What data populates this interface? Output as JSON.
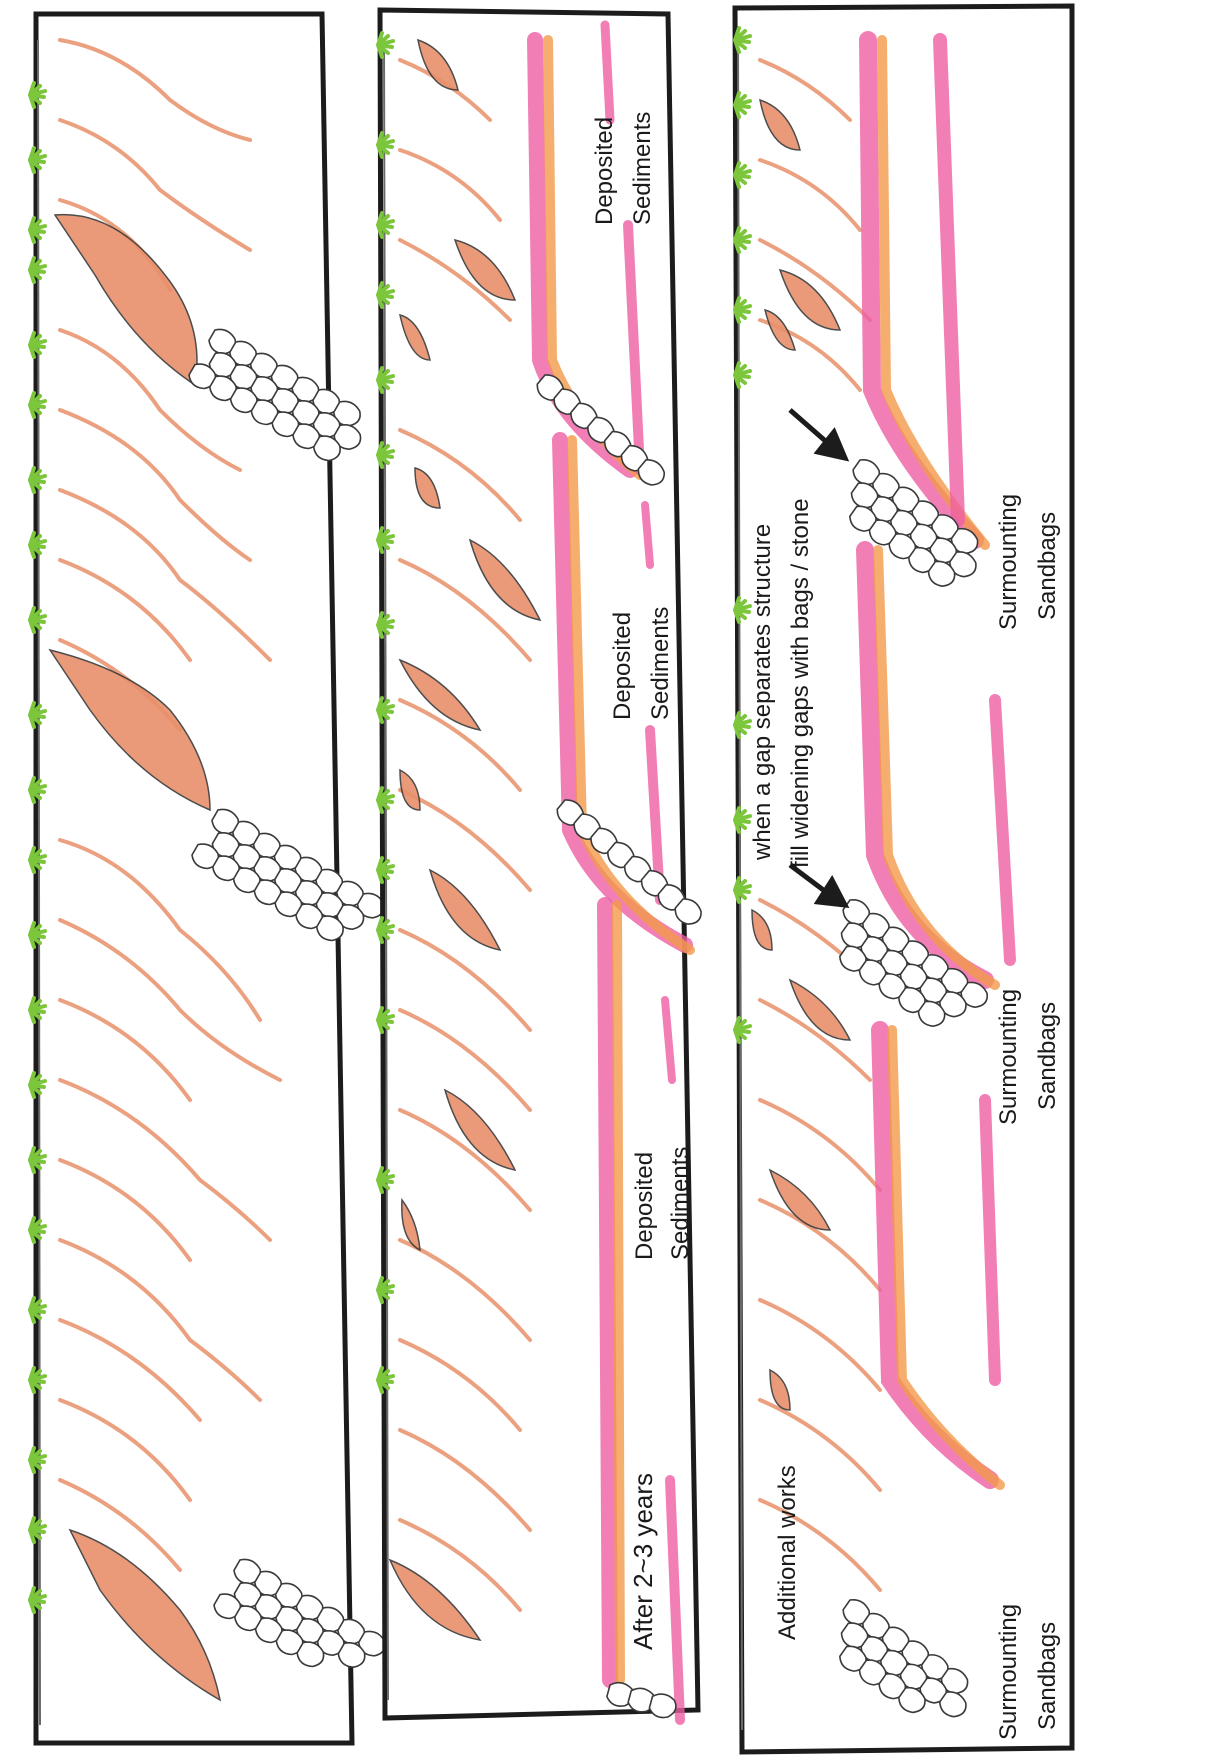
{
  "panels": [
    {
      "id": "initial",
      "caption": "",
      "labels": []
    },
    {
      "id": "after",
      "caption": "After 2~3 years",
      "labels": [
        {
          "line1": "Deposited",
          "line2": "Sediments"
        },
        {
          "line1": "Deposited",
          "line2": "Sediments"
        },
        {
          "line1": "Deposited",
          "line2": "Sediments"
        }
      ]
    },
    {
      "id": "additional",
      "caption": "Additional works",
      "note_line1": "when a gap separates structure",
      "note_line2": "fill widening gaps with bags / stone",
      "labels": [
        {
          "line1": "Surmounting",
          "line2": "Sandbags"
        },
        {
          "line1": "Surmounting",
          "line2": "Sandbags"
        },
        {
          "line1": "Surmounting",
          "line2": "Sandbags"
        }
      ]
    }
  ],
  "colors": {
    "frame": "#1c1c1c",
    "bank": "#e8906a",
    "sediment_pink": "#ee5fa4",
    "sediment_orange": "#f39a4a",
    "grass": "#7cc63b",
    "sketch": "#3a3a3a"
  }
}
